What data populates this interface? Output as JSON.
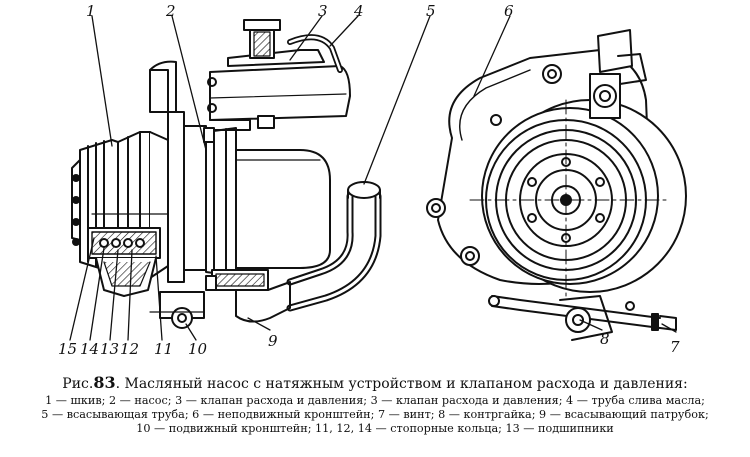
{
  "callouts": {
    "c1": "1",
    "c2": "2",
    "c3": "3",
    "c4": "4",
    "c5": "5",
    "c6": "6",
    "c7": "7",
    "c8": "8",
    "c9": "9",
    "c10": "10",
    "c11": "11",
    "c12": "12",
    "c13": "13",
    "c14": "14",
    "c15": "15"
  },
  "caption": {
    "prefix": "Рис.",
    "number": "83",
    "title": ". Масляный насос с натяжным устройством и клапаном расхода и давления:",
    "legend_lines": [
      "1 — шкив; 2 — насос; 3 — клапан расхода и давления; 3 — клапан расхода и давления; 4 — труба слива масла;",
      "5 — всасывающая труба; 6 — неподвижный кронштейн; 7 — винт; 8 — контргайка; 9 — всасывающий патрубок;",
      "10 — подвижный кронштейн; 11, 12, 14 — стопорные кольца; 13 — подшипники"
    ]
  }
}
